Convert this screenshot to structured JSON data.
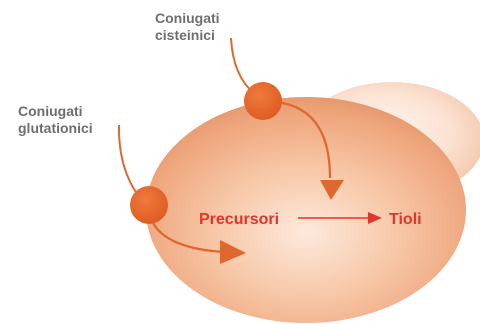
{
  "labels": {
    "cysteine_conjugates_line1": "Coniugati",
    "cysteine_conjugates_line2": "cisteinici",
    "glutathione_conjugates_line1": "Coniugati",
    "glutathione_conjugates_line2": "glutationici",
    "precursors": "Precursori",
    "thiols": "Tioli"
  },
  "colors": {
    "label_gray": "#6d6e71",
    "label_red": "#e2352b",
    "dot_orange": "#e5642a",
    "arrow_orange": "#e0672e",
    "cell_light": "#fbe3d3",
    "cell_mid": "#f3b995",
    "cell_dark": "#e79a6f",
    "red_arrow": "#e2352b"
  }
}
